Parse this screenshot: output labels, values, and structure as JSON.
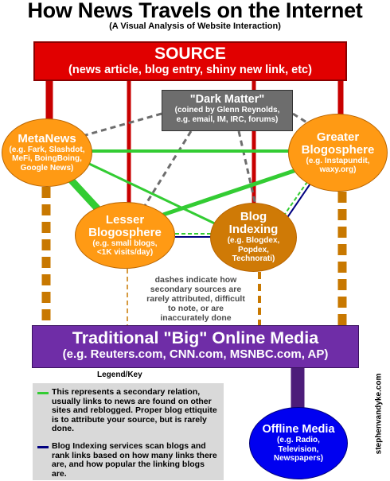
{
  "title": "How News Travels on the Internet",
  "subtitle": "(A Visual Analysis of Website Interaction)",
  "source": {
    "title": "SOURCE",
    "sub": "(news article, blog entry, shiny new link, etc)"
  },
  "dark_matter": {
    "title": "\"Dark Matter\"",
    "line1": "(coined by Glenn Reynolds,",
    "line2": "e.g. email, IM, IRC, forums)"
  },
  "metanews": {
    "title": "MetaNews",
    "lines": [
      "(e.g. Fark, Slashdot,",
      "MeFi, BoingBoing,",
      "Google News)"
    ]
  },
  "greater": {
    "title_line1": "Greater",
    "title_line2": "Blogosphere",
    "lines": [
      "(e.g. Instapundit,",
      "waxy.org)"
    ]
  },
  "lesser": {
    "title_line1": "Lesser",
    "title_line2": "Blogosphere",
    "lines": [
      "(e.g. small blogs,",
      "<1K visits/day)"
    ]
  },
  "indexing": {
    "title_line1": "Blog",
    "title_line2": "Indexing",
    "lines": [
      "(e.g. Blogdex,",
      "Popdex,",
      "Technorati)"
    ]
  },
  "dashes_note": "dashes indicate how secondary sources are rarely attributed, difficult to note, or are inaccurately done",
  "media": {
    "title": "Traditional \"Big\" Online Media",
    "sub": "(e.g. Reuters.com, CNN.com, MSNBC.com, AP)"
  },
  "legend": {
    "title": "Legend/Key",
    "green_text": "This represents a secondary relation, usually links to news are found on other sites and reblogged. Proper blog ettiquite is to attribute your source, but is rarely done.",
    "blue_text": "Blog Indexing services scan blogs and rank links based on how many links there are, and how popular the linking blogs are."
  },
  "offline": {
    "title": "Offline Media",
    "lines": [
      "(e.g. Radio,",
      "Television,",
      "Newspapers)"
    ]
  },
  "credit": "stephenvandyke.com",
  "colors": {
    "source": "#e10000",
    "primary_link": "#c80000",
    "secondary_link": "#33cc33",
    "indexing_link": "#000080",
    "dark_matter": "#6d6d6d",
    "bubble": "#ff9a14",
    "indexing_bubble": "#cf7a06",
    "media": "#6f2da7",
    "offline": "#0000f0",
    "dash_link": "#c87800",
    "legend_bg": "#d9d9d9"
  }
}
